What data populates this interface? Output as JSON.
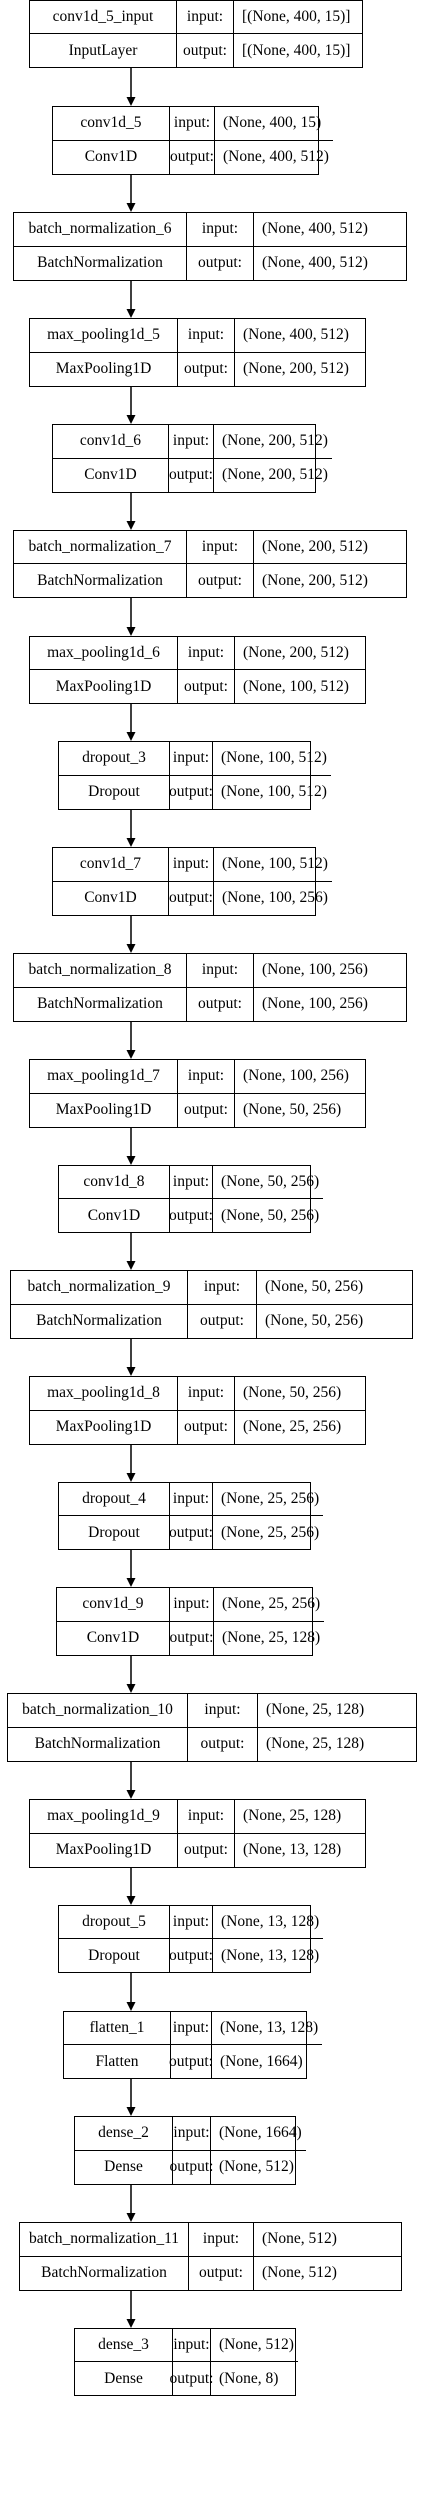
{
  "diagram": {
    "type": "model-graph",
    "input_label": "input:",
    "output_label": "output:",
    "layers": [
      {
        "name": "conv1d_5_input",
        "class": "InputLayer",
        "input": "[(None, 400, 15)]",
        "output": "[(None, 400, 15)]"
      },
      {
        "name": "conv1d_5",
        "class": "Conv1D",
        "input": "(None, 400, 15)",
        "output": "(None, 400, 512)"
      },
      {
        "name": "batch_normalization_6",
        "class": "BatchNormalization",
        "input": "(None, 400, 512)",
        "output": "(None, 400, 512)"
      },
      {
        "name": "max_pooling1d_5",
        "class": "MaxPooling1D",
        "input": "(None, 400, 512)",
        "output": "(None, 200, 512)"
      },
      {
        "name": "conv1d_6",
        "class": "Conv1D",
        "input": "(None, 200, 512)",
        "output": "(None, 200, 512)"
      },
      {
        "name": "batch_normalization_7",
        "class": "BatchNormalization",
        "input": "(None, 200, 512)",
        "output": "(None, 200, 512)"
      },
      {
        "name": "max_pooling1d_6",
        "class": "MaxPooling1D",
        "input": "(None, 200, 512)",
        "output": "(None, 100, 512)"
      },
      {
        "name": "dropout_3",
        "class": "Dropout",
        "input": "(None, 100, 512)",
        "output": "(None, 100, 512)"
      },
      {
        "name": "conv1d_7",
        "class": "Conv1D",
        "input": "(None, 100, 512)",
        "output": "(None, 100, 256)"
      },
      {
        "name": "batch_normalization_8",
        "class": "BatchNormalization",
        "input": "(None, 100, 256)",
        "output": "(None, 100, 256)"
      },
      {
        "name": "max_pooling1d_7",
        "class": "MaxPooling1D",
        "input": "(None, 100, 256)",
        "output": "(None, 50, 256)"
      },
      {
        "name": "conv1d_8",
        "class": "Conv1D",
        "input": "(None, 50, 256)",
        "output": "(None, 50, 256)"
      },
      {
        "name": "batch_normalization_9",
        "class": "BatchNormalization",
        "input": "(None, 50, 256)",
        "output": "(None, 50, 256)"
      },
      {
        "name": "max_pooling1d_8",
        "class": "MaxPooling1D",
        "input": "(None, 50, 256)",
        "output": "(None, 25, 256)"
      },
      {
        "name": "dropout_4",
        "class": "Dropout",
        "input": "(None, 25, 256)",
        "output": "(None, 25, 256)"
      },
      {
        "name": "conv1d_9",
        "class": "Conv1D",
        "input": "(None, 25, 256)",
        "output": "(None, 25, 128)"
      },
      {
        "name": "batch_normalization_10",
        "class": "BatchNormalization",
        "input": "(None, 25, 128)",
        "output": "(None, 25, 128)"
      },
      {
        "name": "max_pooling1d_9",
        "class": "MaxPooling1D",
        "input": "(None, 25, 128)",
        "output": "(None, 13, 128)"
      },
      {
        "name": "dropout_5",
        "class": "Dropout",
        "input": "(None, 13, 128)",
        "output": "(None, 13, 128)"
      },
      {
        "name": "flatten_1",
        "class": "Flatten",
        "input": "(None, 13, 128)",
        "output": "(None, 1664)"
      },
      {
        "name": "dense_2",
        "class": "Dense",
        "input": "(None, 1664)",
        "output": "(None, 512)"
      },
      {
        "name": "batch_normalization_11",
        "class": "BatchNormalization",
        "input": "(None, 512)",
        "output": "(None, 512)"
      },
      {
        "name": "dense_3",
        "class": "Dense",
        "input": "(None, 512)",
        "output": "(None, 8)"
      }
    ]
  }
}
